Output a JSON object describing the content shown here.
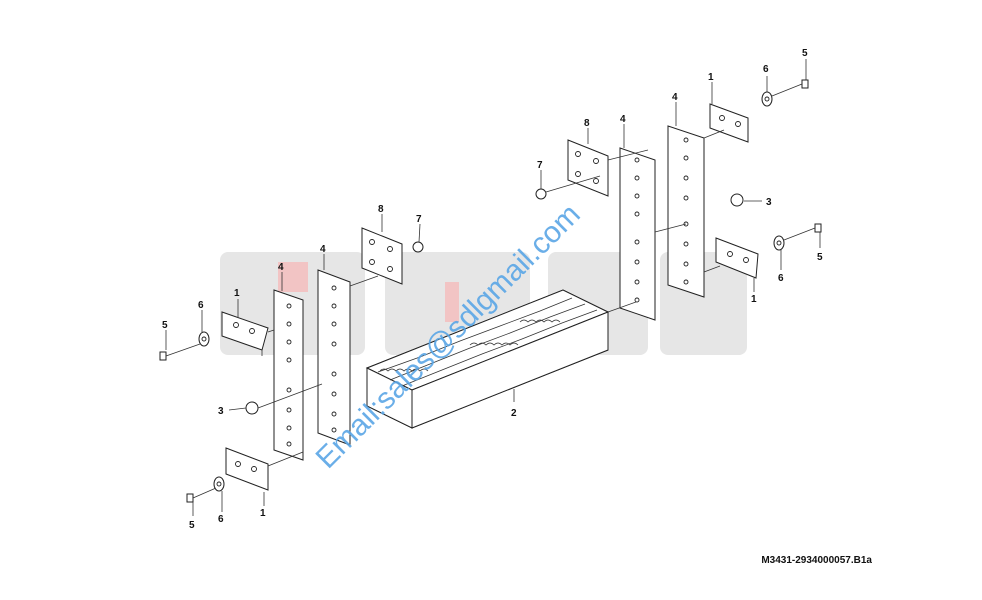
{
  "drawing_code": "M3431-2934000057.B1a",
  "watermark_email": "Email:sales@sdlgmail.com",
  "watermark_colors": {
    "block": "#e6e6e6",
    "accent": "#f2c4c4",
    "email": "#5aa6e6"
  },
  "callouts": {
    "c1a": "1",
    "c1b": "1",
    "c1c": "1",
    "c1d": "1",
    "c2": "2",
    "c3a": "3",
    "c3b": "3",
    "c4a": "4",
    "c4b": "4",
    "c4c": "4",
    "c4d": "4",
    "c5a": "5",
    "c5b": "5",
    "c5c": "5",
    "c5d": "5",
    "c6a": "6",
    "c6b": "6",
    "c6c": "6",
    "c6d": "6",
    "c7a": "7",
    "c7b": "7",
    "c8a": "8",
    "c8b": "8"
  }
}
